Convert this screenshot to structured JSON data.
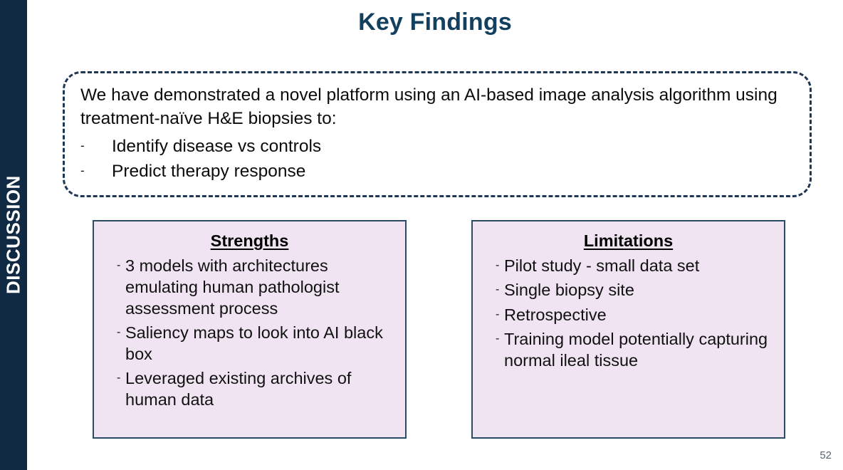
{
  "sidebar": {
    "label": "DISCUSSION",
    "background_color": "#102a43",
    "text_color": "#ffffff"
  },
  "title": "Key Findings",
  "title_color": "#14405f",
  "summary": {
    "paragraph": "We have demonstrated a novel platform using an AI-based image analysis algorithm using treatment-naïve H&E biopsies to:",
    "bullet_marker": "-",
    "bullets": [
      "Identify disease vs controls",
      "Predict therapy response"
    ],
    "border_color": "#1d3754"
  },
  "panels": [
    {
      "heading": "Strengths",
      "bullet_marker": "-",
      "items": [
        "3 models with architectures emulating human pathologist assessment process",
        "Saliency maps to look into AI black box",
        "Leveraged existing archives of human data"
      ],
      "background_color": "#f0e4f2",
      "border_color": "#2b4a63"
    },
    {
      "heading": "Limitations",
      "bullet_marker": "-",
      "items": [
        "Pilot study - small data set",
        "Single biopsy site",
        "Retrospective",
        "Training model potentially capturing normal ileal tissue"
      ],
      "background_color": "#f0e4f2",
      "border_color": "#2b4a63"
    }
  ],
  "page_number": "52"
}
